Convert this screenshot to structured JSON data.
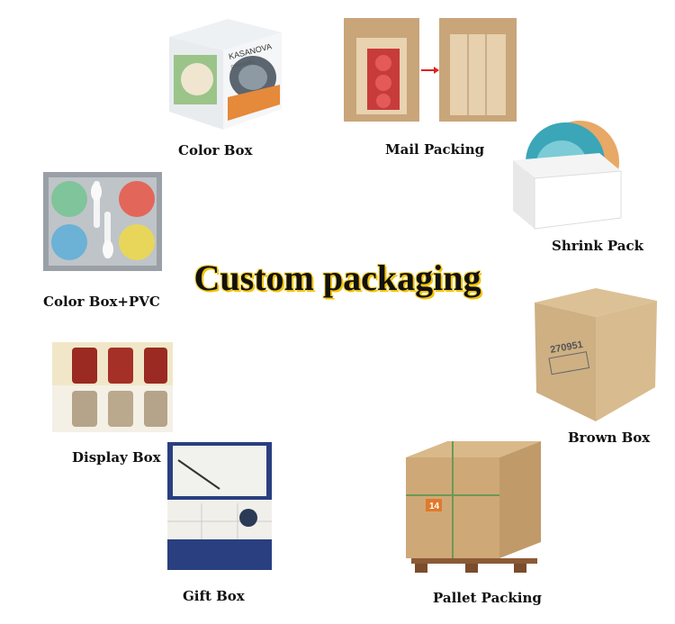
{
  "title": "Custom packaging",
  "items": [
    {
      "label": "Color Box",
      "brand": "KASANOVA",
      "sub": "CHANAREL"
    },
    {
      "label": "Mail Packing"
    },
    {
      "label": "Shrink Pack"
    },
    {
      "label": "Color Box+PVC"
    },
    {
      "label": "Brown Box",
      "box_code": "270951"
    },
    {
      "label": "Display Box"
    },
    {
      "label": "Gift Box"
    },
    {
      "label": "Pallet Packing",
      "tag": "14"
    }
  ],
  "colors": {
    "title_shadow": "#f2c200",
    "cardboard": "#d9b98a",
    "gift_box": "#2a3f80"
  }
}
